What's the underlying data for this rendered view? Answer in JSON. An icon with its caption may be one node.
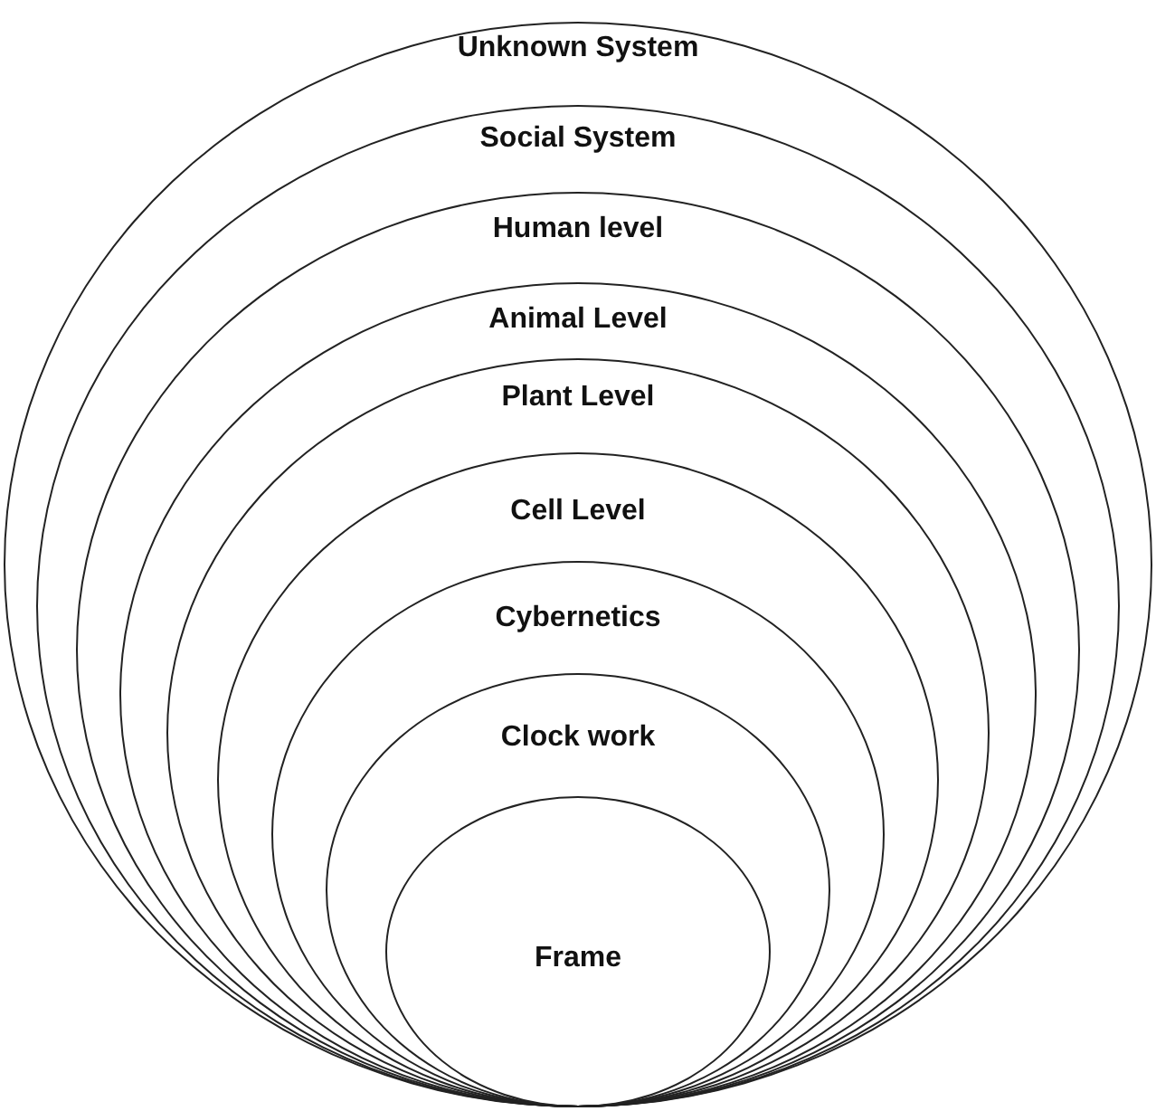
{
  "diagram": {
    "nodes": [
      {
        "text": [
          "Unknown System"
        ]
      },
      {
        "text": [
          "Social System"
        ],
        "in": 0
      },
      {
        "text": [
          "Human level"
        ],
        "in": 1
      },
      {
        "text": [
          "Animal Level"
        ],
        "in": 2
      },
      {
        "text": [
          "Plant Level"
        ],
        "in": 3
      },
      {
        "text": [
          "Cell Level"
        ],
        "in": 4
      },
      {
        "text": [
          "Cybernetics"
        ],
        "in": 5
      },
      {
        "text": [
          "Clock work"
        ],
        "in": 6
      },
      {
        "text": [
          "Frame"
        ],
        "in": 7
      }
    ]
  }
}
